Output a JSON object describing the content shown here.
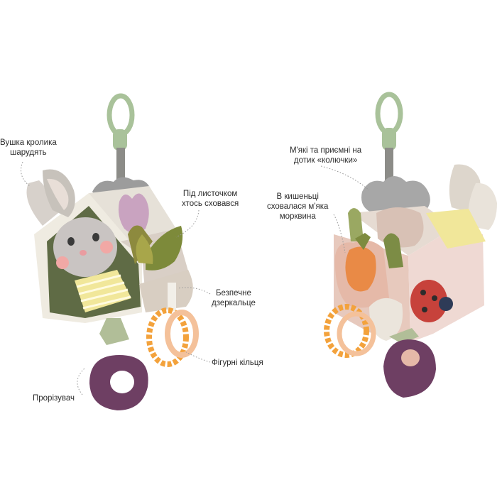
{
  "labels": {
    "rabbit_ears": [
      "Вушка кролика",
      "шарудять"
    ],
    "under_leaf": [
      "Під листочком",
      "хтось сховався"
    ],
    "mirror": [
      "Безпечне",
      "дзеркальце"
    ],
    "rings": [
      "Фігурні кільця"
    ],
    "teether": [
      "Прорізувач"
    ],
    "soft_spikes": [
      "М'які та приємні на",
      "дотик «колючки»"
    ],
    "pocket_carrot": [
      "В кишеньці",
      "сховалася м'яка",
      "морквина"
    ]
  },
  "colors": {
    "hook": "#a9c29a",
    "teether": "#6e3f63",
    "rings": "#f3a23c",
    "olive": "#5f6b45",
    "yellow": "#f1e79a",
    "pink": "#e9c7b6",
    "ladybug": "#c7423b",
    "fur": "#a7a7a7"
  }
}
